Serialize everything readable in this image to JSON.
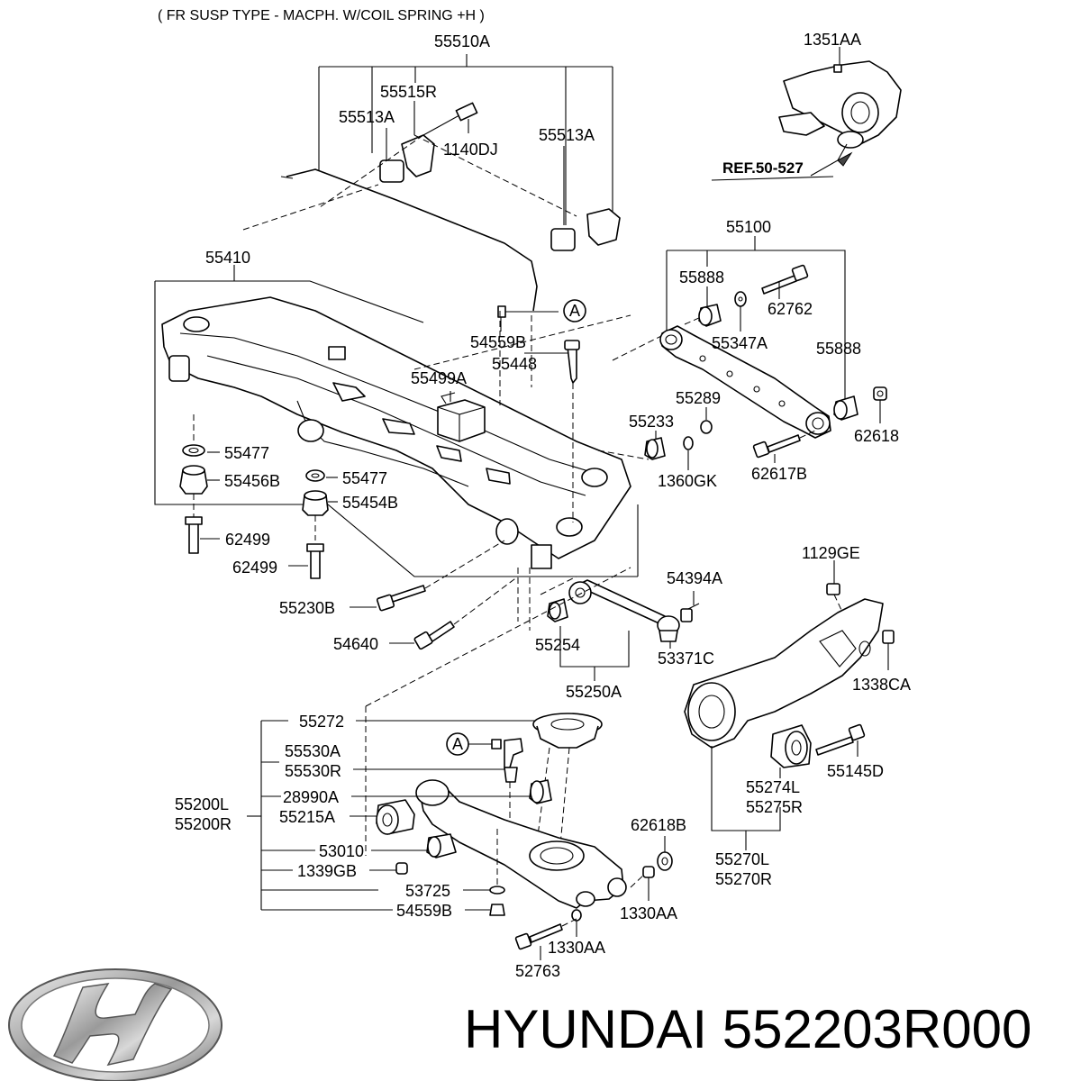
{
  "header": "( FR SUSP TYPE - MACPH. W/COIL SPRING +H )",
  "ref_label": "REF.50-527",
  "callout_letter": "A",
  "labels": {
    "l55510A": "55510A",
    "l55515R": "55515R",
    "l55513A_a": "55513A",
    "l1140DJ": "1140DJ",
    "l55513A_b": "55513A",
    "l1351AA": "1351AA",
    "l55410": "55410",
    "l55100": "55100",
    "l55888_a": "55888",
    "l62762": "62762",
    "l55347A": "55347A",
    "l55888_b": "55888",
    "l54559B_a": "54559B",
    "l55448": "55448",
    "l55499A": "55499A",
    "l55289": "55289",
    "l55233": "55233",
    "l62618": "62618",
    "l55477_a": "55477",
    "l1360GK": "1360GK",
    "l62617B": "62617B",
    "l55456B": "55456B",
    "l55477_b": "55477",
    "l55454B": "55454B",
    "l62499_a": "62499",
    "l62499_b": "62499",
    "l1129GE": "1129GE",
    "l54394A": "54394A",
    "l55230B": "55230B",
    "l54640": "54640",
    "l55254": "55254",
    "l53371C": "53371C",
    "l55250A": "55250A",
    "l1338CA": "1338CA",
    "l55272": "55272",
    "l55530A": "55530A",
    "l55530R": "55530R",
    "l55145D": "55145D",
    "l28990A": "28990A",
    "l55200L": "55200L",
    "l55200R": "55200R",
    "l55215A": "55215A",
    "l55274L": "55274L",
    "l55275R": "55275R",
    "l62618B": "62618B",
    "l53010": "53010",
    "l55270L": "55270L",
    "l55270R": "55270R",
    "l1339GB": "1339GB",
    "l53725": "53725",
    "l54559B_b": "54559B",
    "l1330AA_a": "1330AA",
    "l1330AA_b": "1330AA",
    "l52763": "52763"
  },
  "brand": {
    "logo": "hyundai-logo",
    "text": "HYUNDAI 552203R000"
  }
}
